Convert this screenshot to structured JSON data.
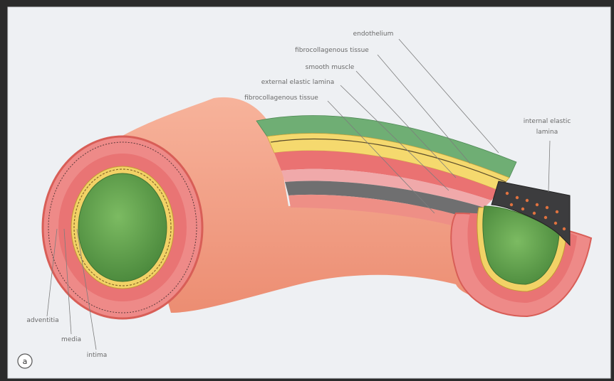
{
  "panel": {
    "letter": "a"
  },
  "labels": {
    "endothelium": "endothelium",
    "fibro_inner": "fibrocollagenous tissue",
    "smooth_muscle": "smooth muscle",
    "ext_elastic": "external elastic lamina",
    "fibro_outer": "fibrocollagenous tissue",
    "int_elastic_line1": "internal elastic",
    "int_elastic_line2": "lamina",
    "adventitia": "adventitia",
    "media": "media",
    "intima": "intima"
  },
  "colors": {
    "frame": "#2b2b2b",
    "paper": "#eef0f3",
    "tube_outer": "#f3a187",
    "adventitia": "#ee8a88",
    "media": "#e97474",
    "intima": "#f2d266",
    "lumen": "#6aa654",
    "endothelium_band": "#6fae74",
    "grey_band": "#6f6f70",
    "pink_band": "#f0a9aa"
  }
}
